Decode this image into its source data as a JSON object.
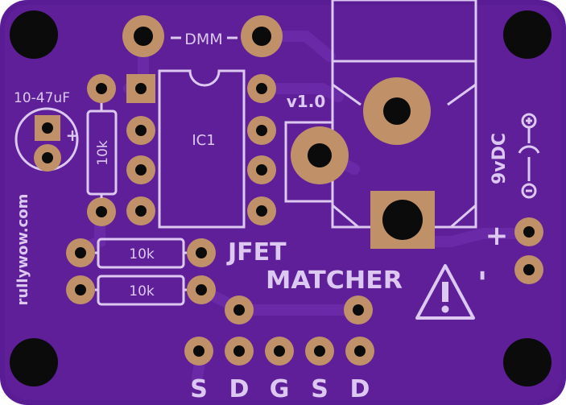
{
  "board": {
    "colors": {
      "substrate": "#5a1c94",
      "copper_mask": "#6a2aa8",
      "silkscreen": "#dcc8f0",
      "pad": "#c09068",
      "pad_dark": "#a5775a",
      "hole": "#0b0b0b"
    },
    "labels": {
      "dmm": "DMM",
      "capacitor": "10-47uF",
      "cap_plus": "+",
      "ic": "IC1",
      "resistor_vertical": "10k",
      "resistor_top": "10k",
      "resistor_bottom": "10k",
      "version": "v1.0",
      "title_line1": "JFET",
      "title_line2": "MATCHER",
      "website": "rullywow.com",
      "voltage": "9vDC",
      "power_plus": "+",
      "power_minus": "-",
      "pin_labels": [
        "S",
        "D",
        "G",
        "S",
        "D"
      ]
    },
    "icons": [
      "warning-triangle-icon",
      "dc-polarity-icon"
    ]
  }
}
